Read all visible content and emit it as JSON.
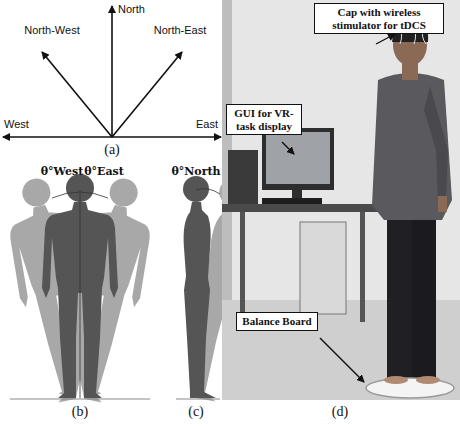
{
  "diagram": {
    "nodes": [
      {
        "text": [
          "Cap with wireless stimulator for tDCS"
        ]
      },
      {
        "text": [
          "GUI for VR-task display"
        ]
      },
      {
        "text": [
          "Balance Board"
        ]
      }
    ],
    "labels": [
      "North",
      "North-West",
      "North-East",
      "West",
      "East",
      "(a)",
      "θ°West",
      "θ°East",
      "θ°North",
      "(b)",
      "(c)",
      "(d)"
    ]
  }
}
